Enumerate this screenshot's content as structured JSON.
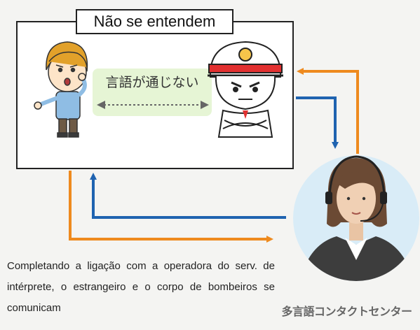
{
  "title": "Não se entendem",
  "bubble_label": "言語が通じない",
  "caption": "Completando a ligação com a operadora do serv. de intérprete, o estrangeiro e o corpo de bombeiros se comunicam",
  "center_label": "多言語コンタクトセンター",
  "colors": {
    "orange_arrow": "#ee8a1e",
    "blue_arrow": "#1f63b0",
    "bubble_bg": "#e6f5d5",
    "bubble_arrow": "#666666",
    "circle_bg": "#d9ecf7",
    "helmet_red": "#e23030"
  },
  "icons": {
    "foreigner": "confused-man-icon",
    "firefighter": "firefighter-icon",
    "operator": "operator-headset-icon"
  }
}
